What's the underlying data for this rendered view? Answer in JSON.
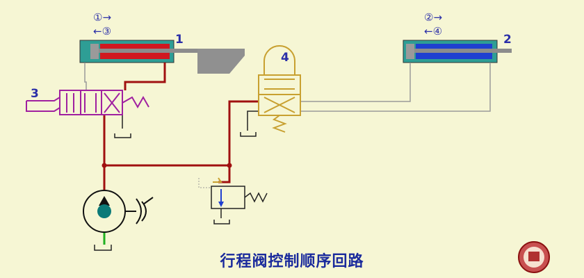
{
  "title": "行程阀控制顺序回路",
  "labels": {
    "cylinder1": "1",
    "cylinder2": "2",
    "valve3": "3",
    "valve4": "4"
  },
  "sequence": {
    "step1": "①→",
    "step3": "←③",
    "step2": "②→",
    "step4": "←④"
  },
  "colors": {
    "background": "#f6f6d4",
    "pressure_line": "#a01010",
    "return_line": "#9a9a9a",
    "cylinder_body": "#2e9e95",
    "cylinder1_chamber": "#d01820",
    "cylinder2_chamber": "#1f3fd0",
    "valve3": "#a020a0",
    "valve4": "#c8a030",
    "suction_line": "#20b020",
    "pump": "#0b7a78"
  }
}
